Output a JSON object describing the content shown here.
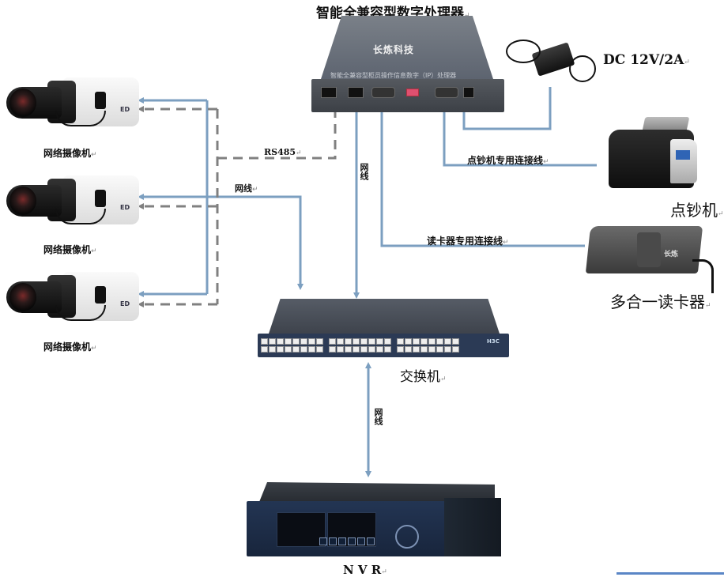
{
  "diagram": {
    "title": "智能全兼容型数字处理器",
    "colors": {
      "network_line": "#7c9fc0",
      "rs485_line": "#808080",
      "background": "#ffffff"
    },
    "devices": {
      "processor": {
        "name": "智能全兼容型数字处理器",
        "brand": "长炼科技",
        "panel_text": "智能全兼容型柜员操作信息数字（IP）处理器"
      },
      "power_adapter": {
        "label": "DC 12V/2A"
      },
      "cameras": [
        {
          "label": "网络摄像机"
        },
        {
          "label": "网络摄像机"
        },
        {
          "label": "网络摄像机"
        }
      ],
      "cash_counter": {
        "label": "点钞机"
      },
      "card_reader": {
        "label": "多合一读卡器",
        "logo": "长炼"
      },
      "switch": {
        "label": "交换机",
        "logo": "H3C"
      },
      "nvr": {
        "label": "N V R"
      }
    },
    "connections": {
      "rs485": {
        "label": "RS485",
        "style": "dashed"
      },
      "cameras_network": {
        "label": "网线",
        "style": "solid"
      },
      "processor_to_switch": {
        "label": "网线",
        "style": "solid"
      },
      "switch_to_nvr": {
        "label": "网线",
        "style": "solid"
      },
      "cash_counter_cable": {
        "label": "点钞机专用连接线",
        "style": "solid"
      },
      "card_reader_cable": {
        "label": "读卡器专用连接线",
        "style": "solid"
      },
      "power_cable": {
        "label": "",
        "style": "solid"
      }
    },
    "paragraph_mark": "↵"
  }
}
